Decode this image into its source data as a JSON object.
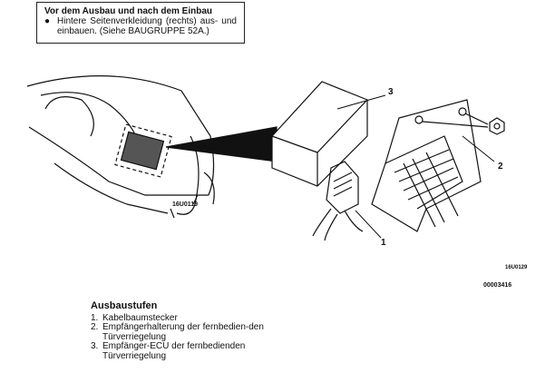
{
  "notice": {
    "title": "Vor dem Ausbau und nach dem Einbau",
    "bullet": "Hintere Seitenverkleidung (rechts) aus- und einbauen. (Siehe BAUGRUPPE 52A.)"
  },
  "figure": {
    "left_code": "16U0119",
    "right_code": "16U0129",
    "callouts": [
      "1",
      "2",
      "3"
    ]
  },
  "document_number": "00003416",
  "steps": {
    "heading": "Ausbaustufen",
    "items": [
      {
        "n": "1.",
        "text": "Kabelbaumstecker"
      },
      {
        "n": "2.",
        "text": "Empfängerhalterung der fernbedien-den Türverriegelung"
      },
      {
        "n": "3.",
        "text": "Empfänger-ECU der fernbedienden Türverriegelung"
      }
    ]
  }
}
